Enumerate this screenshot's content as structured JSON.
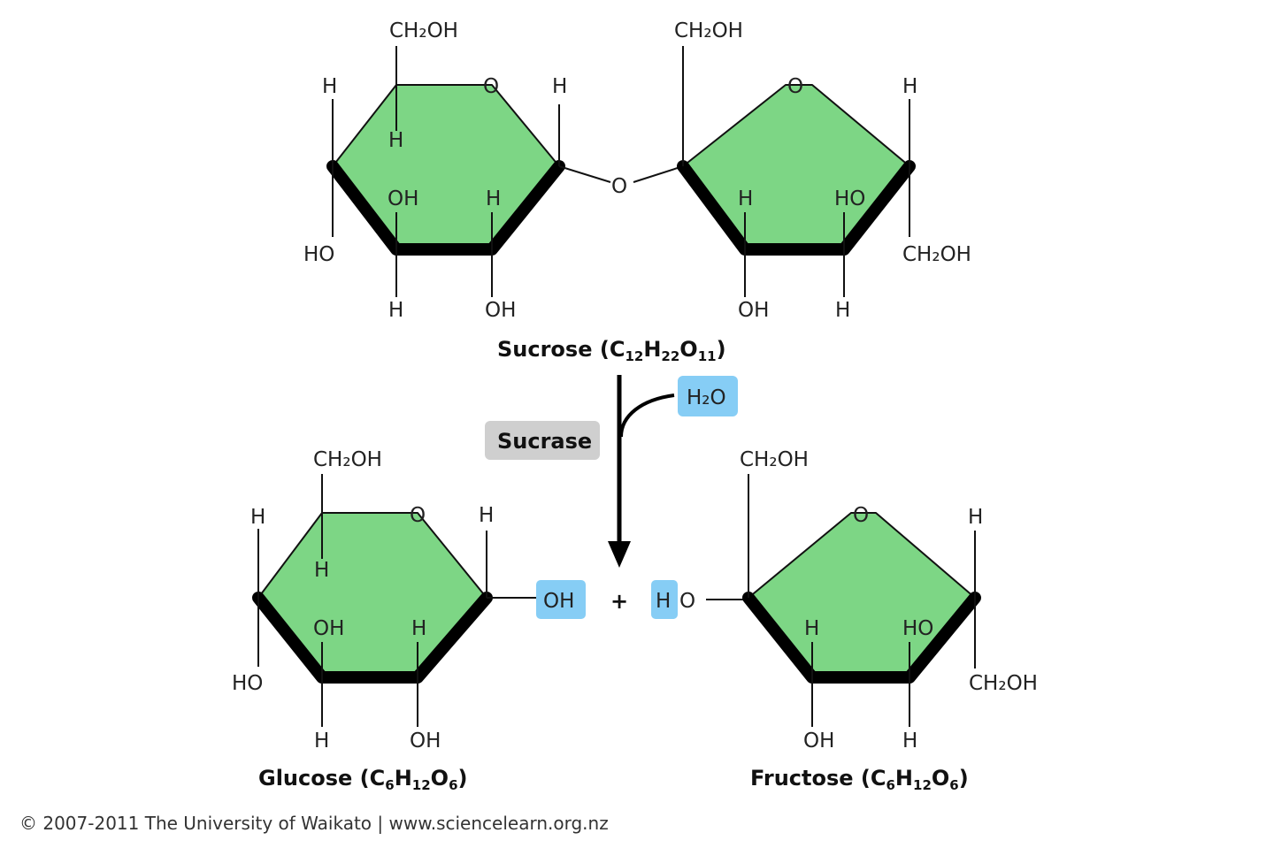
{
  "sucrose": {
    "label": "Sucrose",
    "formula": {
      "open": "(C",
      "n1": "12",
      "h": "H",
      "n2": "22",
      "o": "O",
      "n3": "11",
      "close": ")"
    },
    "glucose_unit": {
      "ch2oh": "CH₂OH",
      "ring_o": "O",
      "h_top_left": "H",
      "h_top_right": "H",
      "h_inner": "H",
      "oh_inner": "OH",
      "h_inner_right": "H",
      "ho_left": "HO",
      "h_bottom": "H",
      "oh_bottom": "OH"
    },
    "bridge_o": "O",
    "fructose_unit": {
      "ch2oh_top": "CH₂OH",
      "ring_o": "O",
      "h_top_right": "H",
      "h_inner": "H",
      "ho_inner": "HO",
      "ch2oh_right": "CH₂OH",
      "oh_bottom": "OH",
      "h_bottom": "H"
    }
  },
  "reaction": {
    "water": "H₂O",
    "enzyme": "Sucrase",
    "plus": "+"
  },
  "glucose": {
    "label": "Glucose",
    "formula": {
      "open": "(C",
      "n1": "6",
      "h": "H",
      "n2": "12",
      "o": "O",
      "n3": "6",
      "close": ")"
    },
    "ch2oh": "CH₂OH",
    "ring_o": "O",
    "h_top_left": "H",
    "h_top_right": "H",
    "h_inner": "H",
    "oh_inner": "OH",
    "h_inner_right": "H",
    "ho_left": "HO",
    "h_bottom": "H",
    "oh_bottom": "OH",
    "oh_released": "OH"
  },
  "fructose": {
    "label": "Fructose",
    "formula": {
      "open": "(C",
      "n1": "6",
      "h": "H",
      "n2": "12",
      "o": "O",
      "n3": "6",
      "close": ")"
    },
    "h_released": "H",
    "o_left": "O",
    "ch2oh_top": "CH₂OH",
    "ring_o": "O",
    "h_top_right": "H",
    "h_inner": "H",
    "ho_inner": "HO",
    "ch2oh_right": "CH₂OH",
    "oh_bottom": "OH",
    "h_bottom": "H"
  },
  "copyright": "© 2007-2011 The University of Waikato | www.sciencelearn.org.nz",
  "colors": {
    "ring_fill": "#7dd685",
    "highlight": "#86cdf5",
    "enzyme_bg": "#cfcfcf"
  }
}
